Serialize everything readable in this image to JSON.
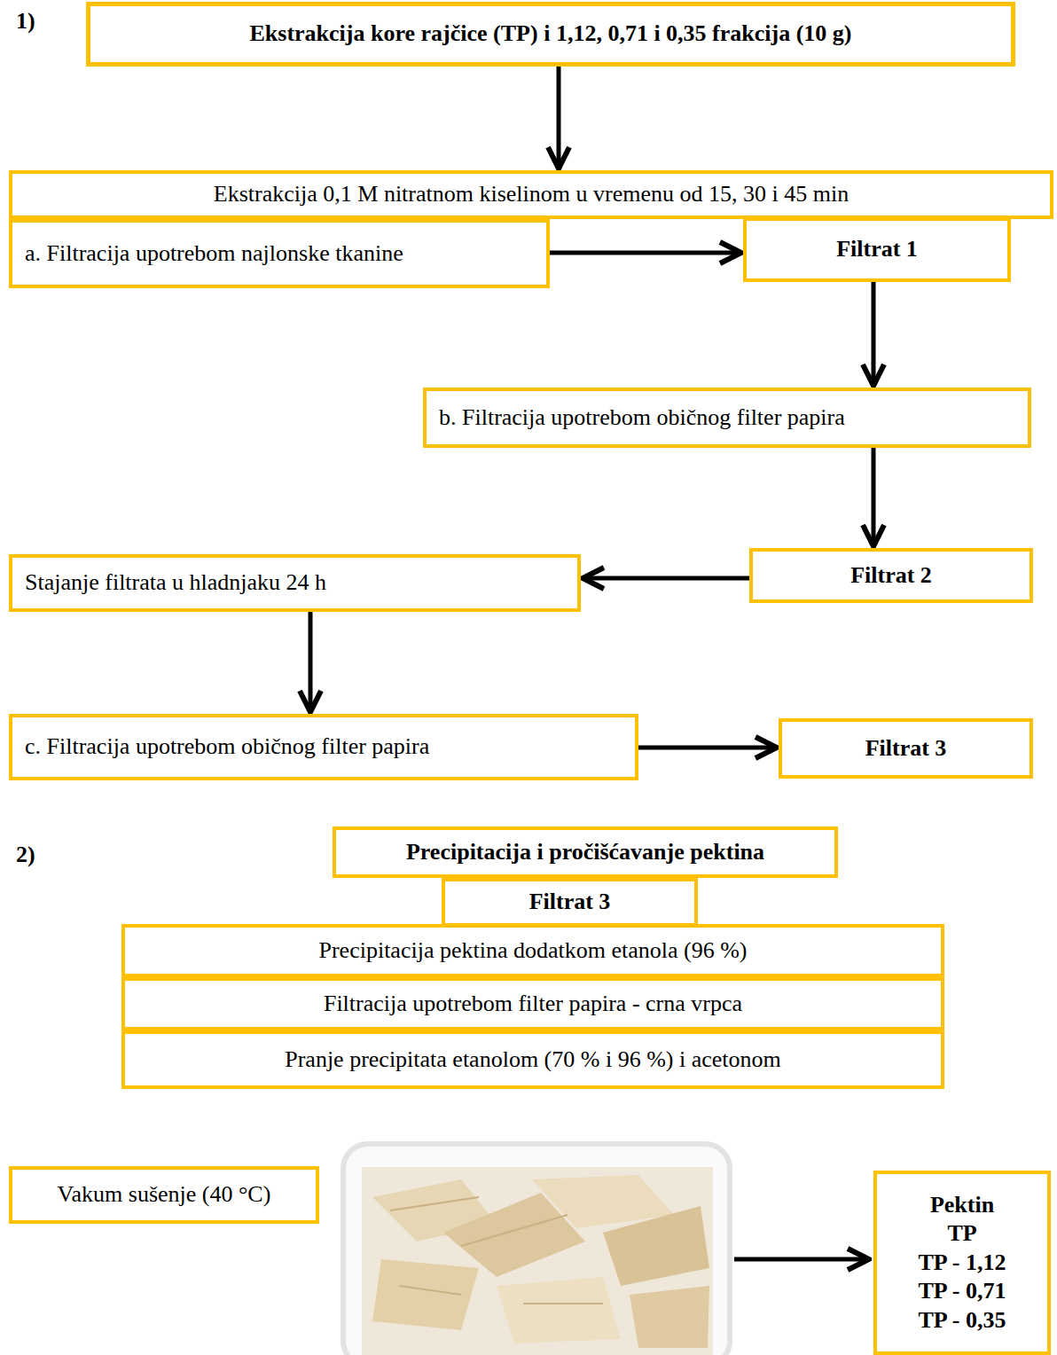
{
  "diagram": {
    "nodes": [
      {
        "text": [
          "Ekstrakcija kore rajčice (TP) i 1,12, 0,71 i 0,35 frakcija (10 g)"
        ]
      },
      {
        "text": [
          "Ekstrakcija 0,1 M nitratnom kiselinom u vremenu od 15, 30 i 45 min"
        ]
      },
      {
        "text": [
          "a. Filtracija upotrebom najlonske tkanine"
        ]
      },
      {
        "text": [
          "Filtrat 1"
        ]
      },
      {
        "text": [
          "b. Filtracija upotrebom običnog filter papira"
        ]
      },
      {
        "text": [
          "Filtrat 2"
        ]
      },
      {
        "text": [
          "Stajanje filtrata u hladnjaku 24 h"
        ]
      },
      {
        "text": [
          "c. Filtracija upotrebom običnog filter papira"
        ]
      },
      {
        "text": [
          "Filtrat 3"
        ]
      },
      {
        "text": [
          "Precipitacija i pročišćavanje pektina"
        ]
      },
      {
        "text": [
          "Filtrat 3"
        ]
      },
      {
        "text": [
          "Precipitacija pektina dodatkom etanola (96 %)"
        ]
      },
      {
        "text": [
          "Filtracija upotrebom filter papira - crna vrpca"
        ]
      },
      {
        "text": [
          "Pranje precipitata etanolom (70 % i 96 %) i acetonom"
        ]
      },
      {
        "text": [
          "Vakum sušenje (40 °C)"
        ]
      },
      {
        "text": [
          "Pektin",
          "TP",
          "TP - 1,12",
          "TP - 0,71",
          "TP - 0,35"
        ]
      }
    ],
    "edges": [
      {
        "from": 0,
        "to": 1,
        "arrow": "to"
      },
      {
        "from": 2,
        "to": 3,
        "arrow": "to"
      },
      {
        "from": 3,
        "to": 4,
        "arrow": "to"
      },
      {
        "from": 4,
        "to": 5,
        "arrow": "to"
      },
      {
        "from": 5,
        "to": 6,
        "arrow": "to"
      },
      {
        "from": 6,
        "to": 7,
        "arrow": "to"
      },
      {
        "from": 7,
        "to": 8,
        "arrow": "to"
      }
    ],
    "labels": [
      "1)",
      "2)"
    ]
  }
}
